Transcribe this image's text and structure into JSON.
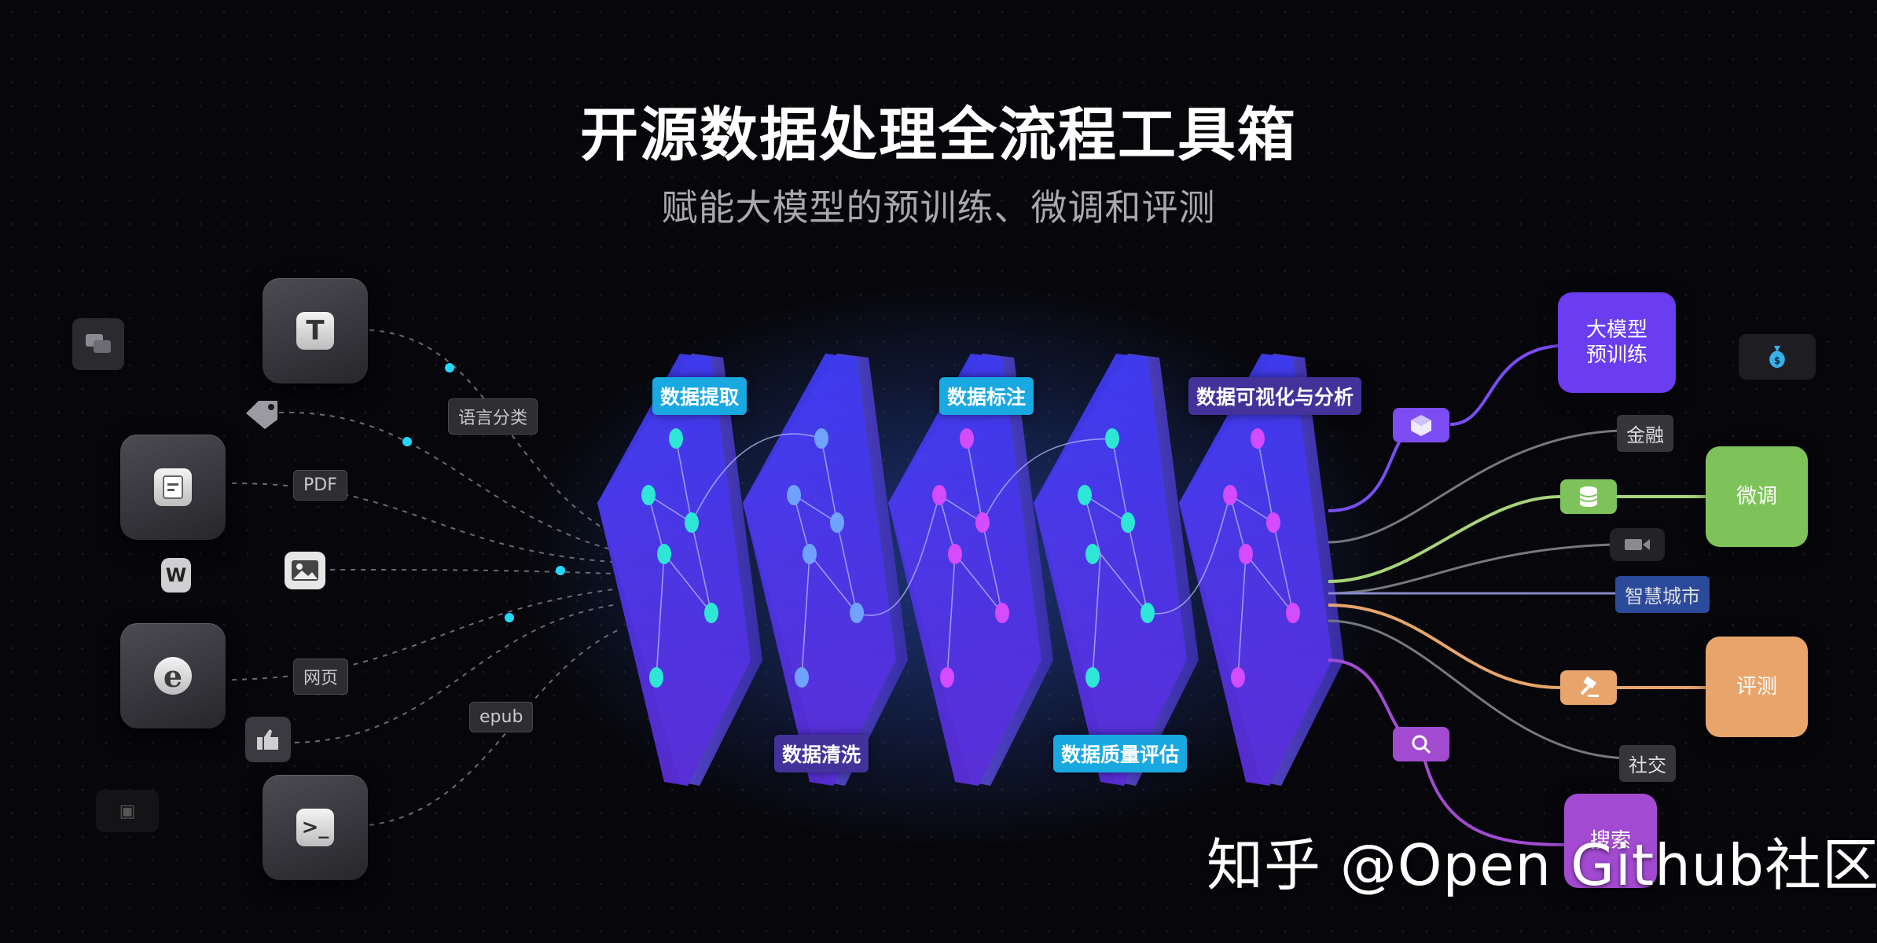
{
  "header": {
    "title": "开源数据处理全流程工具箱",
    "subtitle": "赋能大模型的预训练、微调和评测"
  },
  "sources": {
    "text_icon": "T",
    "document_icon": "document-icon",
    "browser_icon": "e",
    "terminal_icon": ">_",
    "word_icon": "W"
  },
  "source_tags": {
    "language": "语言分类",
    "pdf": "PDF",
    "webpage": "网页",
    "epub": "epub"
  },
  "stages": {
    "extract": "数据提取",
    "clean": "数据清洗",
    "annotate": "数据标注",
    "quality": "数据质量评估",
    "visualize": "数据可视化与分析"
  },
  "outputs": {
    "pretrain": "大模型\n预训练",
    "finetune": "微调",
    "evaluate": "评测",
    "search": "搜索"
  },
  "categories": {
    "finance": "金融",
    "smart_city": "智慧城市",
    "social": "社交"
  },
  "colors": {
    "accent_cyan": "#1aa8e0",
    "accent_purple": "#6a3df0",
    "finetune_green": "#7ec35a",
    "evaluate_orange": "#e7a56c",
    "search_violet": "#a24bd1"
  },
  "watermark": "知乎 @Open Github社区"
}
